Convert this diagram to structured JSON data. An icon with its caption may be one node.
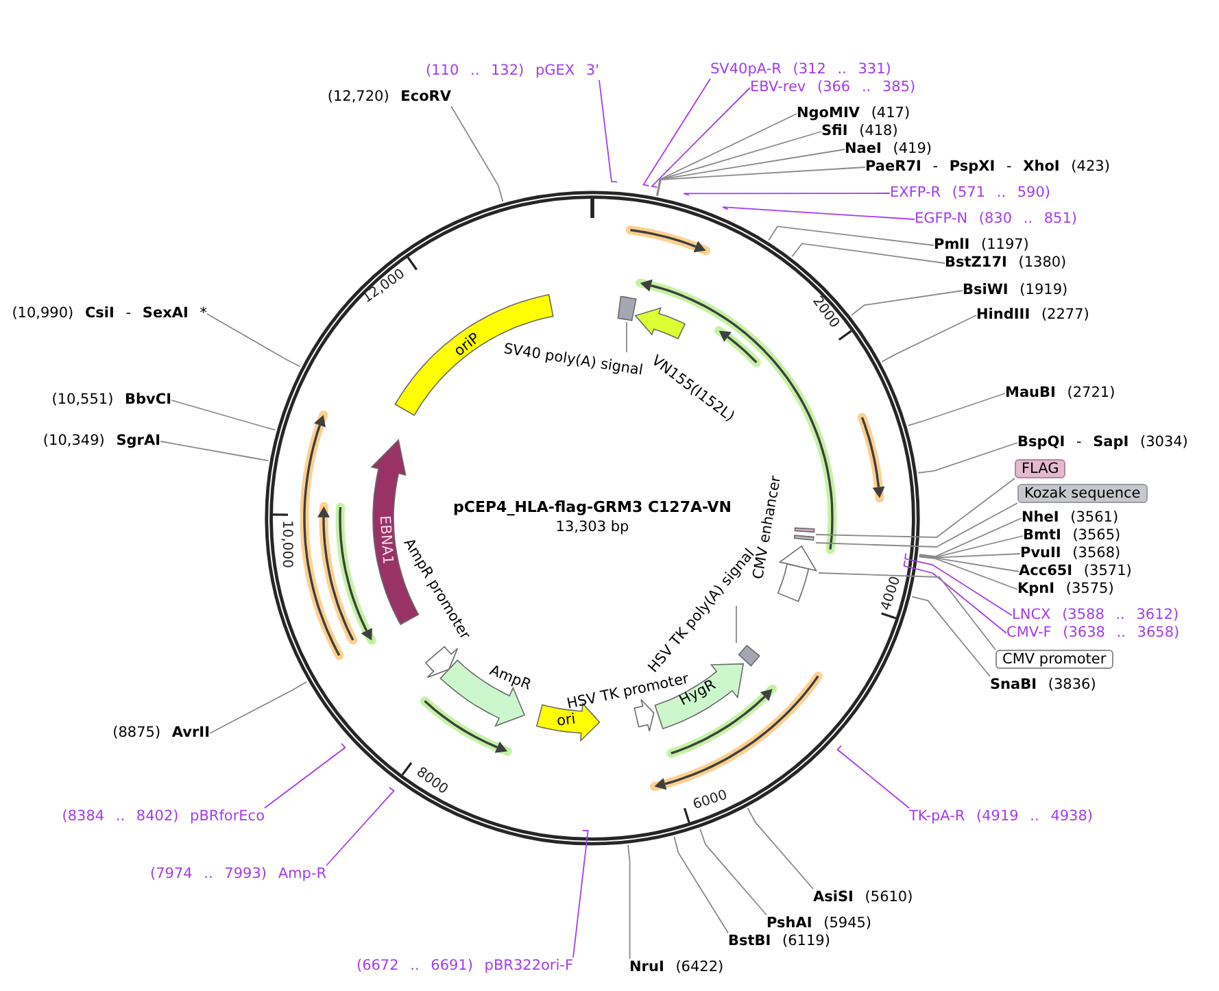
{
  "diagram": {
    "title": "pCEP4_HLA-flag-GRM3 C127A-VN",
    "nodes": [
      {
        "text": [
          "(110 .. 132) pGEX 3'"
        ]
      },
      {
        "text": [
          "SV40pA-R (312 .. 331)"
        ]
      },
      {
        "text": [
          "EBV-rev (366 .. 385)"
        ]
      },
      {
        "text": [
          "(12,720) **EcoRV**"
        ]
      },
      {
        "text": [
          "**NgoMIV** (417)"
        ]
      },
      {
        "text": [
          "**SfiI** (418)"
        ]
      },
      {
        "text": [
          "**NaeI** (419)"
        ]
      },
      {
        "text": [
          "**PaeR7I** - **PspXI** - **XhoI** (423)"
        ]
      },
      {
        "text": [
          "EXFP-R (571 .. 590)"
        ]
      },
      {
        "text": [
          "EGFP-N (830 .. 851)"
        ]
      },
      {
        "text": [
          "**PmlI** (1197)"
        ]
      },
      {
        "text": [
          "**BstZ17I** (1380)"
        ]
      },
      {
        "text": [
          "**BsiWI** (1919)"
        ]
      },
      {
        "text": [],
        "shape": "box"
      },
      {
        "text": [
          "VN155(I152L)"
        ]
      },
      {
        "text": [
          "oriP"
        ]
      },
      {
        "text": [
          "(10,990) **CsiI** - **SexAI** *"
        ]
      },
      {
        "text": [
          "**HindIII** (2277)"
        ]
      },
      {
        "text": [
          "SV40 poly(A) signal"
        ]
      },
      {
        "text": [
          "**MauBI** (2721)"
        ]
      },
      {
        "text": [
          "(10,551) **BbvCI**"
        ]
      },
      {
        "text": [
          "(10,349) **SgrAI**"
        ]
      },
      {
        "text": [
          "EBNA1"
        ]
      },
      {
        "text": [
          "**BspQI** - **SapI** (3034)"
        ]
      },
      {
        "text": [
          "FLAG"
        ]
      },
      {
        "text": [
          "CMV enhancer"
        ]
      },
      {
        "text": [
          "Kozak sequence"
        ]
      },
      {
        "text": [
          "**NheI** (3561)"
        ]
      },
      {
        "text": [],
        "shape": "bar"
      },
      {
        "text": [
          "**BmtI** (3565)"
        ]
      },
      {
        "text": [],
        "shape": "bar"
      },
      {
        "text": [
          "AmpR promoter"
        ]
      },
      {
        "text": [
          "**PvuII** (3568)"
        ]
      },
      {
        "text": [],
        "shape": "triangle"
      },
      {
        "text": [
          "**Acc65I** (3571)"
        ]
      },
      {
        "text": [
          "**KpnI** (3575)"
        ]
      },
      {
        "text": [
          "HSV TK poly(A) signal"
        ]
      },
      {
        "text": [
          "LNCX (3588 .. 3612)"
        ]
      },
      {
        "text": [
          "CMV-F (3638 .. 3658)"
        ]
      },
      {
        "text": [],
        "shape": "box"
      },
      {
        "text": [
          "CMV promoter"
        ]
      },
      {
        "text": [
          "HygR"
        ]
      },
      {
        "text": [
          "AmpR"
        ]
      },
      {
        "text": [
          "**SnaBI** (3836)"
        ]
      },
      {
        "text": [
          "HSV TK promoter"
        ]
      },
      {
        "text": [
          "ori"
        ]
      },
      {
        "text": [
          "(8875) **AvrII**"
        ]
      },
      {
        "text": [
          "(8384 .. 8402) pBRforEco"
        ]
      },
      {
        "text": [
          "TK-pA-R (4919 .. 4938)"
        ]
      },
      {
        "text": [
          "(7974 .. 7993) Amp-R"
        ]
      },
      {
        "text": [
          "**AsiSI** (5610)"
        ]
      },
      {
        "text": [
          "**PshAI** (5945)"
        ]
      },
      {
        "text": [
          "**BstBI** (6119)"
        ]
      },
      {
        "text": [
          "(6672 .. 6691) pBR322ori-F"
        ]
      },
      {
        "text": [
          "**NruI** (6422)"
        ]
      }
    ],
    "edges": [
      {
        "from": 0,
        "to": null,
        "arrow": "none",
        "color": "#a33cf0"
      },
      {
        "from": 1,
        "to": null,
        "arrow": "none",
        "color": "#a33cf0"
      },
      {
        "from": 2,
        "to": null,
        "arrow": "none",
        "color": "#a33cf0"
      },
      {
        "from": 3,
        "to": null,
        "arrow": "none"
      },
      {
        "from": 4,
        "to": null,
        "arrow": "none"
      },
      {
        "from": 5,
        "to": null,
        "arrow": "none"
      },
      {
        "from": 6,
        "to": null,
        "arrow": "none"
      },
      {
        "from": 7,
        "to": null,
        "arrow": "none"
      },
      {
        "from": 8,
        "to": null,
        "arrow": "none",
        "color": "#a33cf0"
      },
      {
        "from": 9,
        "to": null,
        "arrow": "none",
        "color": "#a33cf0"
      },
      {
        "from": 10,
        "to": null,
        "arrow": "none"
      },
      {
        "from": 11,
        "to": null,
        "arrow": "none"
      },
      {
        "from": 12,
        "to": null,
        "arrow": "none"
      },
      {
        "from": 16,
        "to": null,
        "arrow": "none"
      },
      {
        "from": 17,
        "to": null,
        "arrow": "none"
      },
      {
        "from": 18,
        "to": 13,
        "arrow": "none"
      },
      {
        "from": 19,
        "to": null,
        "arrow": "none"
      },
      {
        "from": 20,
        "to": null,
        "arrow": "none"
      },
      {
        "from": 21,
        "to": null,
        "arrow": "none"
      },
      {
        "from": 23,
        "to": null,
        "arrow": "none"
      },
      {
        "from": 24,
        "to": 28,
        "arrow": "none"
      },
      {
        "from": 26,
        "to": 30,
        "arrow": "none"
      },
      {
        "from": 27,
        "to": null,
        "arrow": "none"
      },
      {
        "from": 29,
        "to": null,
        "arrow": "none"
      },
      {
        "from": 32,
        "to": null,
        "arrow": "none"
      },
      {
        "from": 34,
        "to": null,
        "arrow": "none"
      },
      {
        "from": 35,
        "to": null,
        "arrow": "none"
      },
      {
        "from": 36,
        "to": 39,
        "arrow": "none"
      },
      {
        "from": 37,
        "to": null,
        "arrow": "none",
        "color": "#a33cf0"
      },
      {
        "from": 38,
        "to": null,
        "arrow": "none",
        "color": "#a33cf0"
      },
      {
        "from": 40,
        "to": 33,
        "arrow": "none"
      },
      {
        "from": 43,
        "to": null,
        "arrow": "none"
      },
      {
        "from": 46,
        "to": null,
        "arrow": "none"
      },
      {
        "from": 47,
        "to": null,
        "arrow": "none",
        "color": "#a33cf0"
      },
      {
        "from": 48,
        "to": null,
        "arrow": "none",
        "color": "#a33cf0"
      },
      {
        "from": 49,
        "to": null,
        "arrow": "none",
        "color": "#a33cf0"
      },
      {
        "from": 50,
        "to": null,
        "arrow": "none"
      },
      {
        "from": 51,
        "to": null,
        "arrow": "none"
      },
      {
        "from": 52,
        "to": null,
        "arrow": "none"
      },
      {
        "from": 53,
        "to": null,
        "arrow": "none",
        "color": "#a33cf0"
      },
      {
        "from": 54,
        "to": null,
        "arrow": "none"
      }
    ],
    "labels": [
      "12,000",
      "2000",
      "13,303 bp",
      "10,000",
      "4000",
      "8000",
      "6000"
    ]
  }
}
